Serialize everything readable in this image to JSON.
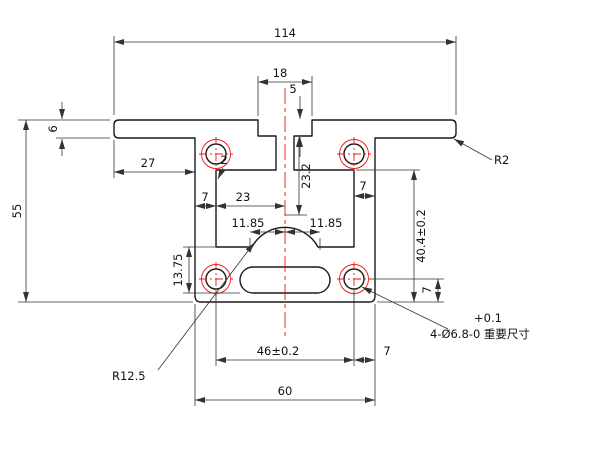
{
  "drawing": {
    "kind": "aluminum-extrusion-profile-section",
    "colors": {
      "outline": "#1a1a1a",
      "dimension": "#333333",
      "centerline": "#f01414",
      "background": "#ffffff"
    },
    "dims": {
      "overall_width": "114",
      "top_slot_width": "18",
      "top_slot_depth": "5",
      "flange_thickness": "6",
      "overall_height": "55",
      "flange_overhang": "27",
      "wall_2": "2",
      "left_7": "7",
      "cavity_23": "23",
      "depth_23_2": "23.2",
      "upper_right_7": "7",
      "height_40_4": "40.4±0.2",
      "half_11_85_left": "11.85",
      "half_11_85_right": "11.85",
      "floor_13_75": "13.75",
      "hole_bottom_7": "7",
      "hole_tol_upper": "+0.1",
      "hole_callout": "4-Ø6.8-0 重要尺寸",
      "hole_spacing_46": "46±0.2",
      "hole_edge_7": "7",
      "base_width_60": "60",
      "radius_r2": "R2",
      "radius_r12_5": "R12.5"
    }
  }
}
